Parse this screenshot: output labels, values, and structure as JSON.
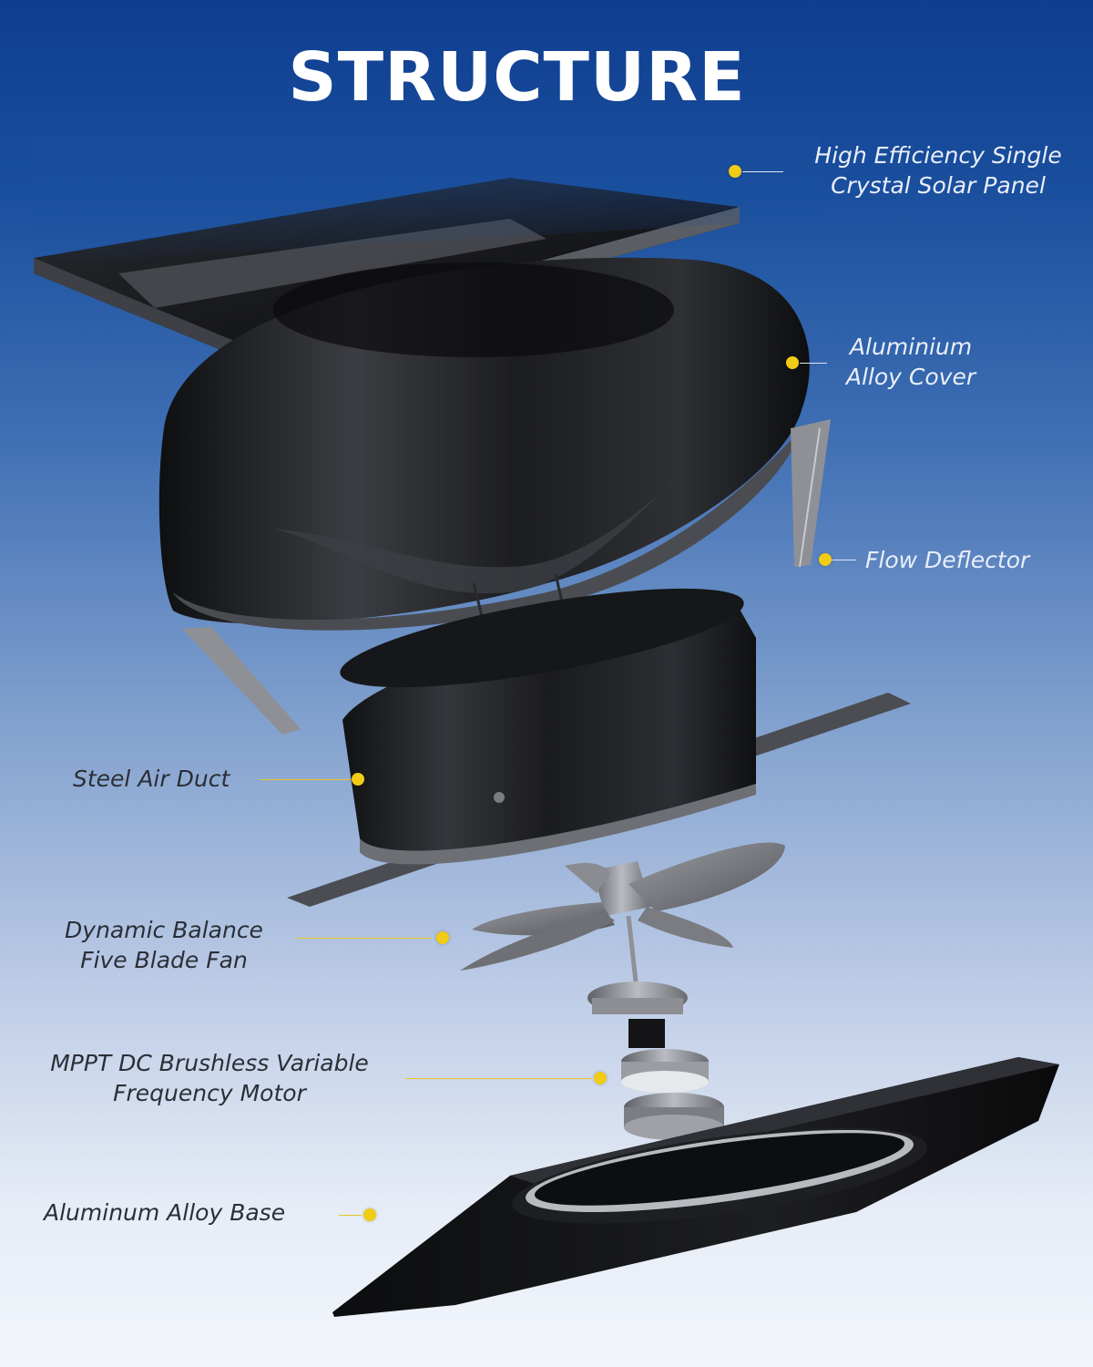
{
  "title": "STRUCTURE",
  "labels": [
    {
      "lines": [
        "High Efficiency Single",
        "Crystal Solar Panel"
      ]
    },
    {
      "lines": [
        "Aluminium",
        "Alloy Cover"
      ]
    },
    {
      "lines": [
        "Flow Deflector"
      ]
    },
    {
      "lines": [
        "Steel Air Duct"
      ]
    },
    {
      "lines": [
        "Dynamic Balance",
        "Five Blade Fan"
      ]
    },
    {
      "lines": [
        "MPPT DC Brushless Variable",
        "Frequency Motor"
      ]
    },
    {
      "lines": [
        "Aluminum Alloy Base"
      ]
    }
  ],
  "colors": {
    "background_top": "#0f3d8f",
    "background_bottom": "#f2f5fb",
    "marker": "#f1cb16",
    "part_metal": "#1b1c1f"
  }
}
